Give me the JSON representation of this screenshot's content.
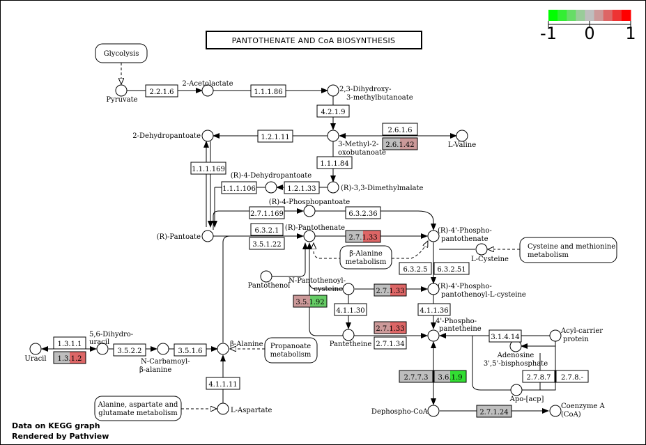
{
  "title": "PANTOTHENATE  AND CoA BIOSYNTHESIS",
  "color_scale": {
    "labels": [
      "-1",
      "0",
      "1"
    ],
    "colors": [
      "#00ff00",
      "#33ee33",
      "#66dd66",
      "#99cc99",
      "#bebebe",
      "#cc9999",
      "#dd6666",
      "#ee3333",
      "#ff0000"
    ]
  },
  "footer": {
    "line1": "Data on KEGG graph",
    "line2": "Rendered by Pathview"
  },
  "compounds": {
    "pyruvate": "Pyruvate",
    "acetolactate": "2-Acetolactate",
    "dihydroxy_a": "2,3-Dihydroxy-",
    "dihydroxy_b": "3-methylbutanoate",
    "dehydropantoate": "2-Dehydropantoate",
    "methyl_oxo_a": "3-Methyl-2-",
    "methyl_oxo_b": "oxobutanoate",
    "valine": "L-Valine",
    "r4_dehydropantoate": "(R)-4-Dehydropantoate",
    "dimethylmalate": "(R)-3,3-Dimethylmalate",
    "r4_phosphopantoate": "(R)-4-Phosphopantoate",
    "pantoate": "(R)-Pantoate",
    "pantothenate": "(R)-Pantothenate",
    "phosphopantothenate_a": "(R)-4'-Phospho-",
    "phosphopantothenate_b": "pantothenate",
    "cysteine": "L-Cysteine",
    "pantothenol": "Pantothenol",
    "n_pantothenoyl_a": "N-Pantothenoyl-",
    "n_pantothenoyl_b": "cysteine",
    "ppc_a": "(R)-4'-Phospho-",
    "ppc_b": "pantothenoyl-L-cysteine",
    "pantetheine": "Pantetheine",
    "phosphopantetheine_a": "4'-Phospho-",
    "phosphopantetheine_b": "pantetheine",
    "acp_a": "Acyl-carrier",
    "acp_b": "protein",
    "adenosine_a": "Adenosine",
    "adenosine_b": "3',5'-bisphosphate",
    "apo_acp": "Apo-[acp]",
    "coa_a": "Coenzyme A",
    "coa_b": "(CoA)",
    "dephospho_coa": "Dephospho-CoA",
    "uracil": "Uracil",
    "dihydrouracil_a": "5,6-Dihydro-",
    "dihydrouracil_b": "uracil",
    "carbamoyl_a": "N-Carbamoyl-",
    "carbamoyl_b": "β-alanine",
    "beta_alanine": "β-Alanine",
    "aspartate": "L-Aspartate"
  },
  "maps": {
    "glycolysis": "Glycolysis",
    "beta_alanine_a": "β-Alanine",
    "beta_alanine_b": "metabolism",
    "cys_met_a": "Cysteine and methionine",
    "cys_met_b": "metabolism",
    "propanoate_a": "Propanoate",
    "propanoate_b": "metabolism",
    "ala_asp_a": "Alanine, aspartate and",
    "ala_asp_b": "glutamate metabolism"
  },
  "enzymes": {
    "e_2216": "2.2.1.6",
    "e_11186": "1.1.1.86",
    "e_4219": "4.2.1.9",
    "e_12111": "1.2.1.11",
    "e_2616": "2.6.1.6",
    "e_26142": "2.6.1.42",
    "e_111169a": "1.1.1.169",
    "e_11184": "1.1.1.84",
    "e_111106": "1.1.1.106",
    "e_12133": "1.2.1.33",
    "e_271169": "2.7.1.169",
    "e_63236": "6.3.2.36",
    "e_6321": "6.3.2.1",
    "e_27133a": "2.7.1.33",
    "e_35122": "3.5.1.22",
    "e_6325": "6.3.2.5",
    "e_63251": "6.3.2.51",
    "e_35192": "3.5.1.92",
    "e_27133b": "2.7.1.33",
    "e_41130": "4.1.1.30",
    "e_41136": "4.1.1.36",
    "e_27133c": "2.7.1.33",
    "e_27134": "2.7.1.34",
    "e_31414": "3.1.4.14",
    "e_1311": "1.3.1.1",
    "e_1312": "1.3.1.2",
    "e_3522": "3.5.2.2",
    "e_3516": "3.5.1.6",
    "e_27873": "2.7.7.3",
    "e_3619": "3.6.1.9",
    "e_2787": "2.7.8.7",
    "e_278x": "2.7.8.-",
    "e_41111": "4.1.1.11",
    "e_27124": "2.7.1.24"
  },
  "enzyme_colors": {
    "plain": "#ffffff",
    "grey": "#bebebe",
    "e_26142": [
      "#bebebe",
      "#cc9999"
    ],
    "e_27133a": [
      "#bebebe",
      "#dd6666"
    ],
    "e_27133b": [
      "#bebebe",
      "#dd6666"
    ],
    "e_27133c": [
      "#cc9999",
      "#dd6666"
    ],
    "e_35192": [
      "#cc9999",
      "#66cc66"
    ],
    "e_1312": [
      "#bebebe",
      "#dd6666"
    ],
    "e_3619": [
      "#bebebe",
      "#33dd33"
    ]
  }
}
